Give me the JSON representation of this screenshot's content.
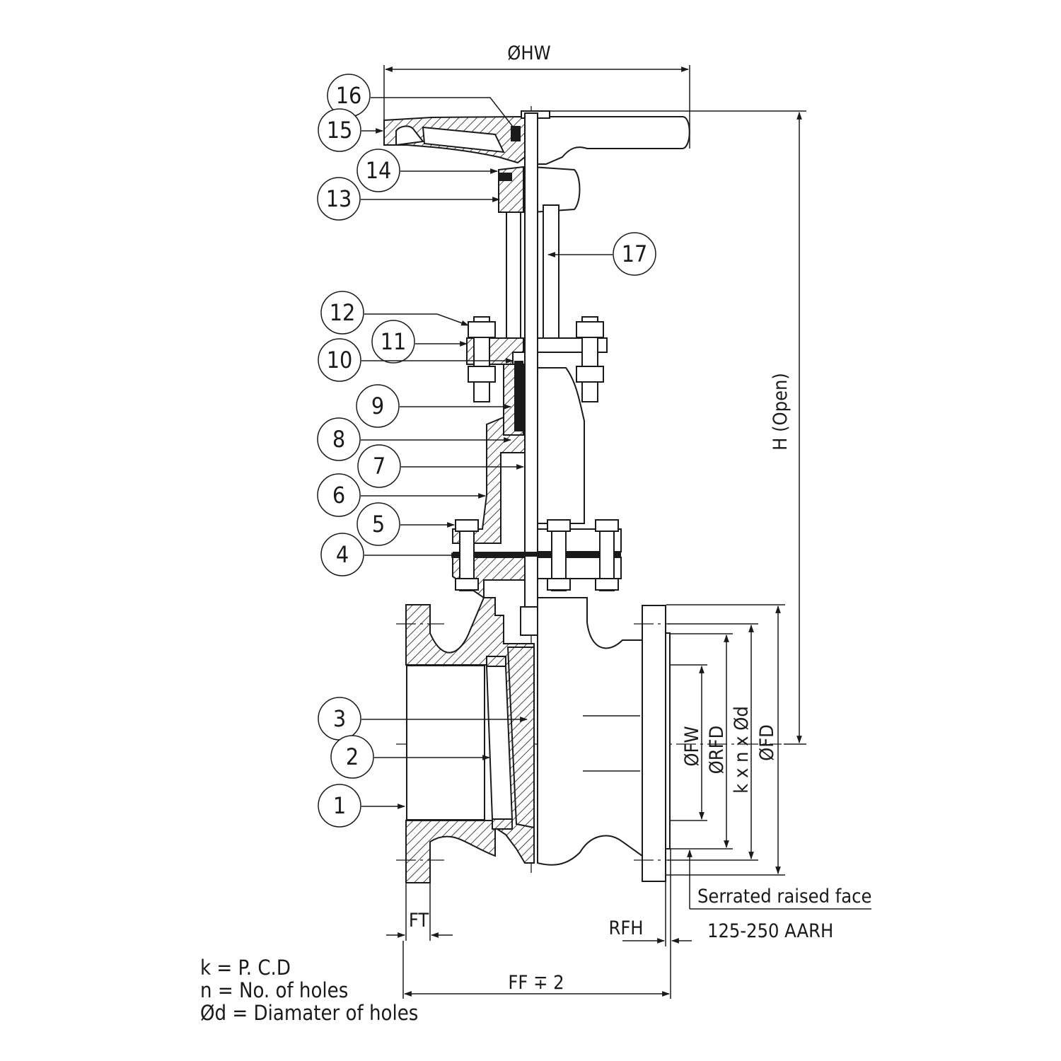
{
  "dimensions": {
    "handwheel_diameter": "ØHW",
    "height_open": "H (Open)",
    "flange_diameter": "ØFD",
    "bolt_circle": "k x n x Ød",
    "raised_face_diameter": "ØRFD",
    "bore_diameter": "ØFW",
    "flange_thickness": "FT",
    "raised_face_height": "RFH",
    "face_to_face": "FF ∓ 2"
  },
  "surface_finish": {
    "label": "Serrated raised face",
    "value": "125-250 AARH"
  },
  "legend": [
    "k = P. C.D",
    "n = No. of holes",
    "Ød = Diamater of holes"
  ],
  "callouts": [
    "16",
    "15",
    "14",
    "13",
    "17",
    "12",
    "11",
    "10",
    "9",
    "8",
    "7",
    "6",
    "5",
    "4",
    "3",
    "2",
    "1"
  ]
}
